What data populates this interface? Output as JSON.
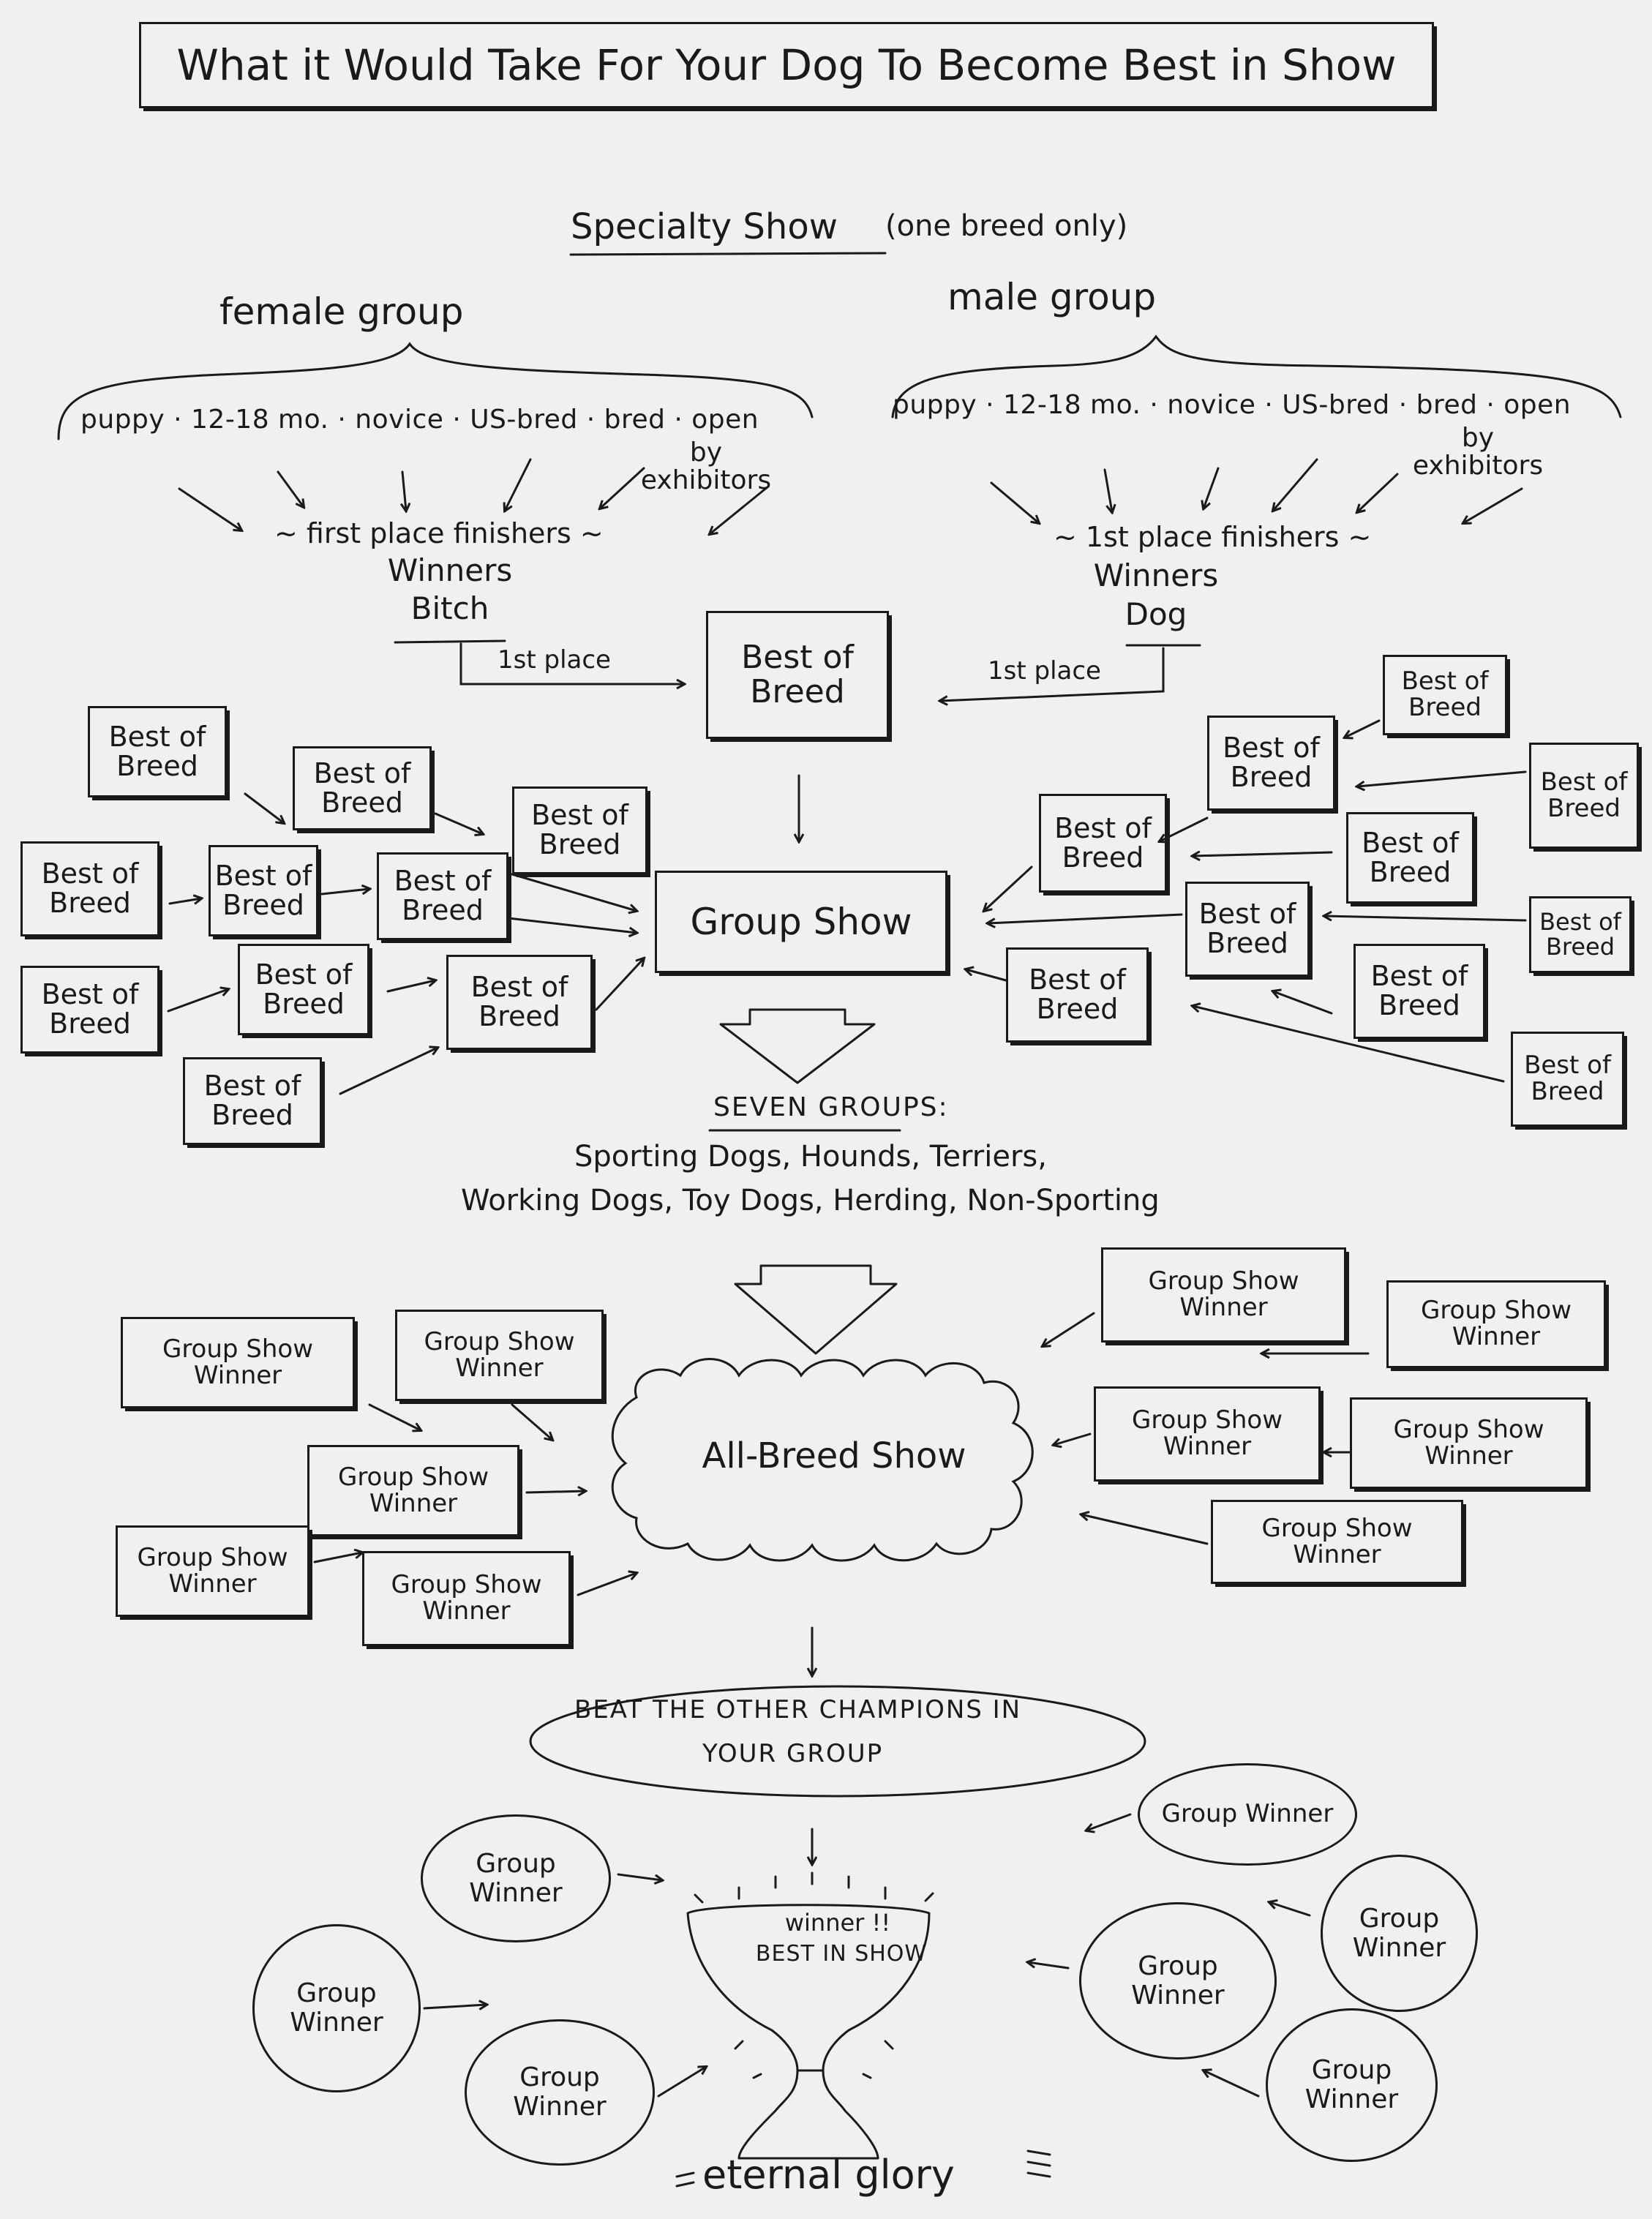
{
  "title": "What it Would Take For Your Dog To Become Best in Show",
  "specialty": {
    "heading": "Specialty Show",
    "note": "(one breed only)"
  },
  "female": {
    "group_label": "female group",
    "classes": "puppy · 12-18 mo. · novice · US-bred · bred · open",
    "classes_suffix": "by exhibitors",
    "finishers": "~ first place finishers ~",
    "winner_line1": "Winners",
    "winner_line2": "Bitch",
    "place": "1st place"
  },
  "male": {
    "group_label": "male group",
    "classes": "puppy · 12-18 mo. · novice · US-bred · bred · open",
    "classes_suffix": "by exhibitors",
    "finishers": "~ 1st place finishers ~",
    "winner_line1": "Winners",
    "winner_line2": "Dog",
    "place": "1st place"
  },
  "best_of_breed": "Best of Breed",
  "group_show": "Group Show",
  "seven_groups": {
    "heading": "SEVEN GROUPS:",
    "line1": "Sporting Dogs, Hounds, Terriers,",
    "line2": "Working Dogs, Toy Dogs, Herding, Non-Sporting"
  },
  "group_show_winner": "Group Show Winner",
  "all_breed_show": "All-Breed Show",
  "beat_champions": {
    "line1": "BEAT THE OTHER CHAMPIONS IN",
    "line2": "YOUR GROUP"
  },
  "group_winner": "Group Winner",
  "trophy": {
    "line1": "winner !!",
    "line2": "BEST IN SHOW"
  },
  "eternal": "eternal glory"
}
